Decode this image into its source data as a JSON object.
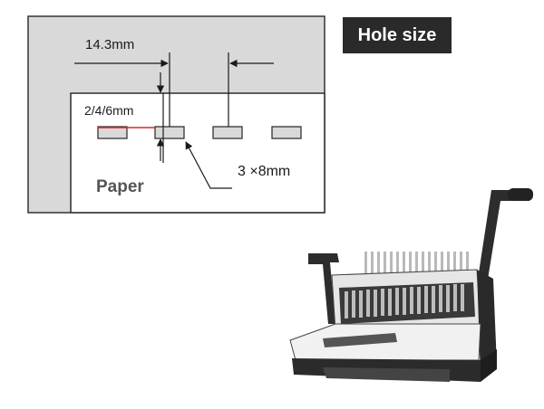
{
  "badge": {
    "title": "Hole size"
  },
  "diagram": {
    "pitch_label": "14.3mm",
    "margin_label": "2/4/6mm",
    "hole_size_label": "3 ×8mm",
    "paper_label": "Paper"
  },
  "colors": {
    "sheet_fill": "#d9d9d9",
    "badge_bg": "#2a2a2a",
    "margin_highlight": "#e0242c"
  }
}
